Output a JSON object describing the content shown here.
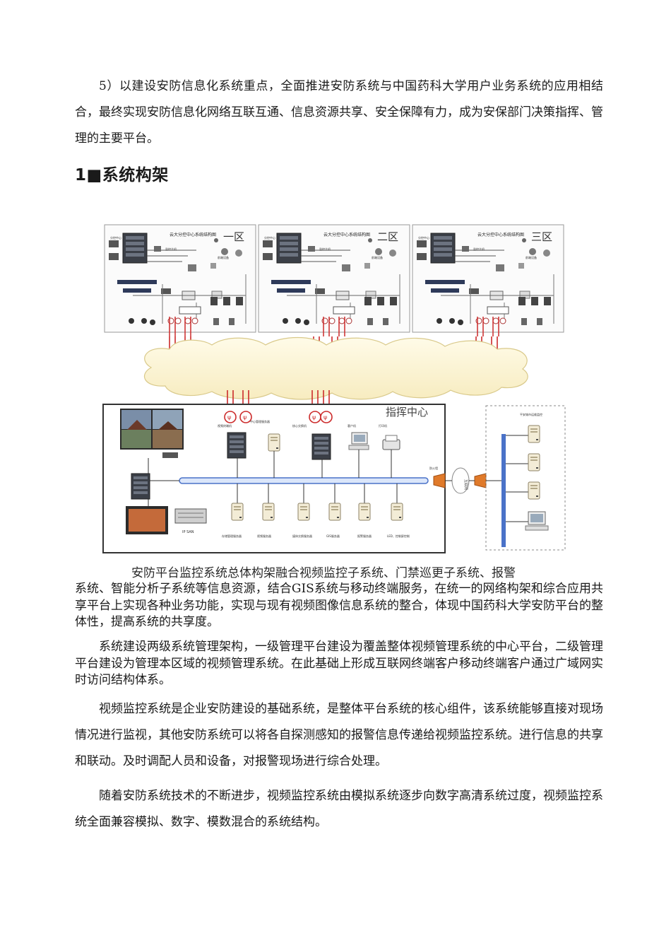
{
  "paragraphs": {
    "p1": "5）以建设安防信息化系统重点，全面推进安防系统与中国药科大学用户业务系统的应用相结合，最终实现安防信息化网络互联互通、信息资源共享、安全保障有力，成为安保部门决策指挥、管理的主要平台。",
    "p2": "系统、智能分析子系统等信息资源，结合GIS系统与移动终端服务，在统一的网络构架和综合应用共享平台上实现各种业务功能，实现与现有视频图像信息系统的整合，体现中国药科大学安防平台的整体性，提高系统的共享度。",
    "p3": "系统建设两级系统管理架构，一级管理平台建设为覆盖整体视频管理系统的中心平台，二级管理平台建设为管理本区域的视频管理系统。在此基础上形成互联网终端客户移动终端客户通过广域网实时访问结构体系。",
    "p4": "视频监控系统是企业安防建设的基础系统，是整体平台系统的核心组件，该系统能够直接对现场情况进行监视，其他安防系统可以将各自探测感知的报警信息传递给视频监控系统。进行信息的共享和联动。及时调配人员和设备，对报警现场进行综合处理。",
    "p5": "随着安防系统技术的不断进步，视频监控系统由模拟系统逐步向数字高清系统过度，视频监控系统全面兼容模拟、数字、模数混合的系统结构。"
  },
  "section_heading": "1■系统构架",
  "caption": "安防平台监控系统总体构架融合视频监控子系统、门禁巡更子系统、报警",
  "figure": {
    "zones": [
      {
        "title": "云大分控中心系统结构图",
        "mark": "一区"
      },
      {
        "title": "云大分控中心系统结构图",
        "mark": "二区"
      },
      {
        "title": "云大分控中心系统结构图",
        "mark": "三区"
      }
    ],
    "command_center": "指挥中心",
    "labels": {
      "video_terminal": "视频终端机",
      "center_mgmt": "中心管理服务器",
      "core_switch": "核心交换机",
      "client": "客户机",
      "printer": "打印机",
      "firewall": "防火墙",
      "internet": "互联网",
      "ipsan": "IP SAN",
      "storage": "存储管理服务器",
      "video_server": "视频服务器",
      "media_server": "媒体交换服务器",
      "gis_server": "GIS服务器",
      "alarm_server": "报警服务器",
      "led_ctrl": "LED、控制屏控制",
      "mobile_platform": "平安城市运维监控"
    },
    "colors": {
      "link_red": "#cc2a2a",
      "bus_blue": "#4a72c8",
      "firewall_orange": "#e07a2a",
      "cloud_fill": "#fdf7d8"
    }
  }
}
